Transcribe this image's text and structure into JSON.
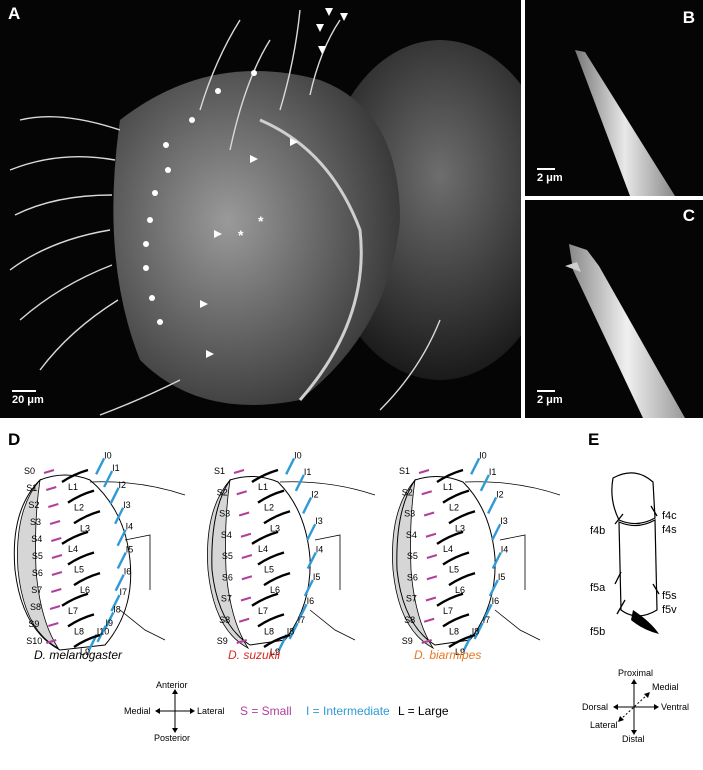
{
  "panels": {
    "a": {
      "label": "A",
      "scale": "20 μm"
    },
    "b": {
      "label": "B",
      "scale": "2 μm"
    },
    "c": {
      "label": "C",
      "scale": "2 μm"
    },
    "d": {
      "label": "D"
    },
    "e": {
      "label": "E"
    }
  },
  "species": [
    {
      "name": "D. melanogaster",
      "color": "#000000"
    },
    {
      "name": "D. suzukii",
      "color": "#d9281e"
    },
    {
      "name": "D. biarmipes",
      "color": "#e87722"
    }
  ],
  "colors": {
    "small": "#b0409a",
    "intermediate": "#2f9ad6",
    "large": "#000000"
  },
  "legend": {
    "small": "S = Small",
    "intermediate": "I = Intermediate",
    "large": "L = Large"
  },
  "compass_d": {
    "top": "Anterior",
    "bottom": "Posterior",
    "left": "Medial",
    "right": "Lateral"
  },
  "compass_e": {
    "top": "Proximal",
    "topright": "Medial",
    "left": "Dorsal",
    "right": "Ventral",
    "bottomleft": "Lateral",
    "bottom": "Distal"
  },
  "bristles_mel": {
    "small": [
      "S0",
      "S1",
      "S2",
      "S3",
      "S4",
      "S5",
      "S6",
      "S7",
      "S8",
      "S9",
      "S10"
    ],
    "intermediate": [
      "I0",
      "I1",
      "I2",
      "I3",
      "I4",
      "I5",
      "I6",
      "I7",
      "I8",
      "I9",
      "I10"
    ],
    "large": [
      "L1",
      "L2",
      "L3",
      "L4",
      "L5",
      "L6",
      "L7",
      "L8",
      "L9"
    ]
  },
  "bristles_suz": {
    "small": [
      "S1",
      "S2",
      "S3",
      "S4",
      "S5",
      "S6",
      "S7",
      "S8",
      "S9"
    ],
    "intermediate": [
      "I0",
      "I1",
      "I2",
      "I3",
      "I4",
      "I5",
      "I6",
      "I7",
      "I8"
    ],
    "large": [
      "L1",
      "L2",
      "L3",
      "L4",
      "L5",
      "L6",
      "L7",
      "L8",
      "L9"
    ]
  },
  "bristles_bia": {
    "small": [
      "S1",
      "S2",
      "S3",
      "S4",
      "S5",
      "S6",
      "S7",
      "S8",
      "S9"
    ],
    "intermediate": [
      "I0",
      "I1",
      "I2",
      "I3",
      "I4",
      "I5",
      "I6",
      "I7",
      "I8"
    ],
    "large": [
      "L1",
      "L2",
      "L3",
      "L4",
      "L5",
      "L6",
      "L7",
      "L8",
      "L9"
    ]
  },
  "e_labels": [
    "f4b",
    "f4c",
    "f4s",
    "f5a",
    "f5s",
    "f5v",
    "f5b"
  ]
}
